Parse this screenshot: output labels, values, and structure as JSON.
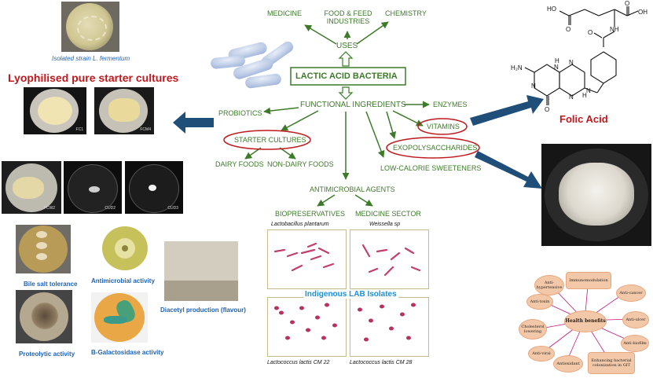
{
  "center": {
    "title": "LACTIC ACID BACTERIA",
    "uses": "USES",
    "uses_items": [
      "MEDICINE",
      "FOOD & FEED INDUSTRIES",
      "CHEMISTRY"
    ],
    "functional": "FUNCTIONAL INGREDIENTS",
    "probiotics": "PROBIOTICS",
    "enzymes": "ENZYMES",
    "vitamins": "VITAMINS",
    "starter": "STARTER CULTURES",
    "dairy": "DAIRY FOODS",
    "nondairy": "NON-DAIRY FOODS",
    "eps": "EXOPOLYSACCHARIDES",
    "sweeteners": "LOW-CALORIE SWEETENERS",
    "antimicrobial": "ANTIMICROBIAL AGENTS",
    "biopreservatives": "BIOPRESERVATIVES",
    "medicine_sector": "MEDICINE SECTOR"
  },
  "left": {
    "isolated_caption": "Isolated strain  L. fermentum",
    "lyophilised_title": "Lyophilised pure starter cultures",
    "dish_labels": [
      "FC1",
      "FCM4",
      "FCW2",
      "CUD2",
      "CUD3"
    ],
    "bile": "Bile salt tolerance",
    "antimicrobial": "Antimicrobial  activity",
    "proteolytic": "Proteolytic  activity",
    "galactosidase": "B-Galactosidase activity",
    "diacetyl": "Diacetyl production  (flavour)"
  },
  "micrographs": {
    "top_left": "Lactobacillus plantarum",
    "top_right": "Weissella sp",
    "center": "Indigenous LAB Isolates",
    "bottom_left": "Lactococcus lactis CM 22",
    "bottom_right": "Lactococcus lactis CM 28"
  },
  "right": {
    "folic": "Folic Acid",
    "chem_labels": {
      "ho1": "HO",
      "o1": "O",
      "oh": "OH",
      "o2": "O",
      "nh": "NH",
      "o3": "O",
      "h2n": "H₂N",
      "n1": "N",
      "h": "H",
      "n2": "N",
      "n3": "N",
      "n4": "N",
      "hn": "H",
      "o4": "O",
      "nlink": "N"
    },
    "health_center": "Health benefits",
    "health_items": [
      "Anti-hypertensive",
      "Immunomodulation",
      "Anti-cancer",
      "Anti-toxin",
      "Anti-ulcer",
      "Cholesterol lowering",
      "Anti-biofilm",
      "Anti-viral",
      "Antioxidant",
      "Enhancing bacterial colonization in GIT"
    ]
  },
  "colors": {
    "green": "#3d7a2a",
    "arrow_blue": "#1f4e79",
    "title_red": "#c0181c",
    "oval_red": "#c0181c",
    "caption_blue": "#1f62b5"
  }
}
